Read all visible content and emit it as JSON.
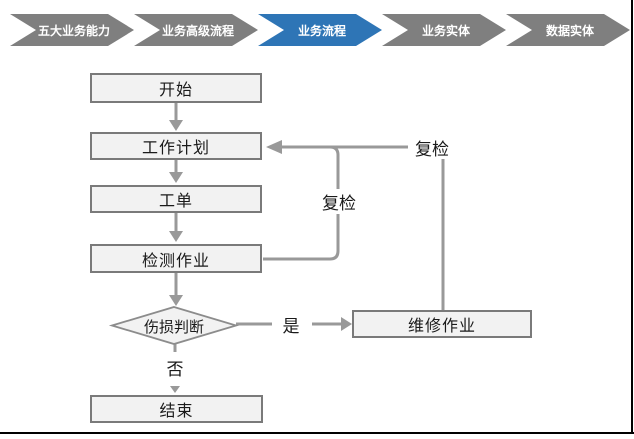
{
  "breadcrumb": {
    "items": [
      {
        "label": "五大业务能力",
        "active": false
      },
      {
        "label": "业务高级流程",
        "active": false
      },
      {
        "label": "业务流程",
        "active": true
      },
      {
        "label": "业务实体",
        "active": false
      },
      {
        "label": "数据实体",
        "active": false
      }
    ],
    "colors": {
      "inactive": "#7f7f7f",
      "active": "#2e75b6",
      "text": "#ffffff"
    }
  },
  "flowchart": {
    "nodes": {
      "start": "开始",
      "plan": "工作计划",
      "order": "工单",
      "inspect": "检测作业",
      "decision": "伤损判断",
      "repair": "维修作业",
      "end": "结束"
    },
    "edge_labels": {
      "recheck_inner": "复检",
      "recheck_outer": "复检",
      "yes": "是",
      "no": "否"
    },
    "colors": {
      "node_fill": "#f2f2f2",
      "node_border": "#7a7a7a",
      "connector": "#999999"
    }
  }
}
